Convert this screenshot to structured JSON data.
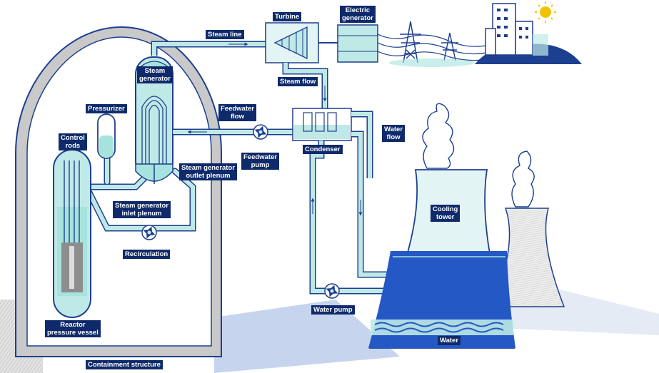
{
  "labels": {
    "turbine": "Turbine",
    "electric_generator": "Electric\ngenerator",
    "steam_line": "Steam line",
    "steam_generator": "Steam\ngenerator",
    "steam_flow": "Steam flow",
    "pressurizer": "Pressurizer",
    "feedwater_flow": "Feedwater\nflow",
    "control_rods": "Control\nrods",
    "water_flow": "Water\nflow",
    "condenser": "Condenser",
    "feedwater_pump": "Feedwater\npump",
    "steam_generator_outlet_plenum": "Steam generator\noutlet plenum",
    "steam_generator_inlet_plenum": "Steam generator\ninlet plenum",
    "cooling_tower": "Cooling\ntower",
    "recirculation": "Recirculation",
    "water_pump": "Water pump",
    "reactor_pressure_vessel": "Reactor\npressure vessel",
    "water": "Water",
    "containment_structure": "Containment structure"
  },
  "colors": {
    "outline": "#1d3f8f",
    "label_bg": "#0f2a6b",
    "pipe_fill": "#bfe9e6",
    "water_dark": "#2458c4",
    "containment_fill": "#c9c9c9",
    "shadow": "#a9bde4",
    "sun": "#f2c200"
  }
}
